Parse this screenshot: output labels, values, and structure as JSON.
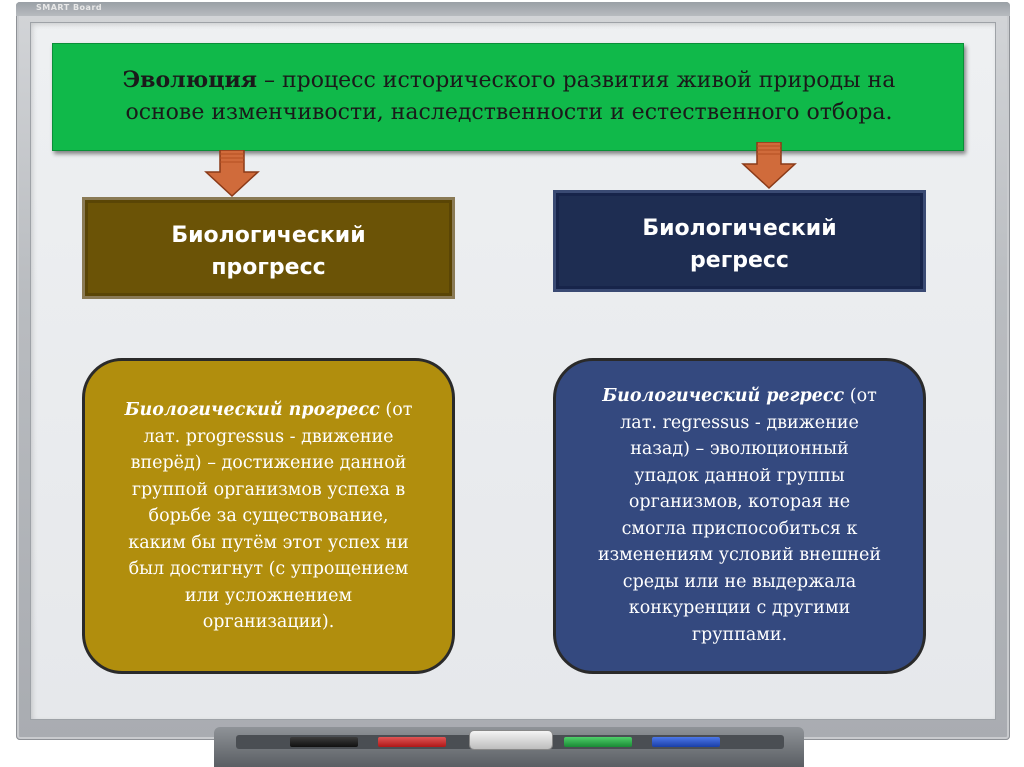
{
  "board": {
    "brand": "SMART Board"
  },
  "definition": {
    "term": "Эволюция",
    "line1_rest": " – процесс исторического развития живой природы на",
    "line2": "основе изменчивости, наследственности и естественного отбора."
  },
  "headings": {
    "progress": {
      "line1": "Биологический",
      "line2": "прогресс"
    },
    "regress": {
      "line1": "Биологический",
      "line2": "регресс"
    }
  },
  "progress_desc": {
    "lead": "Биологический прогресс",
    "lines": [
      " (от",
      "лат. progressus - движение",
      "вперёд) – достижение данной",
      "группой организмов успеха в",
      "борьбе за существование,",
      "каким бы путём этот успех ни",
      "был достигнут (с упрощением",
      "или усложнением",
      "организации)."
    ]
  },
  "regress_desc": {
    "lead": "Биологический регресс",
    "lines": [
      " (от",
      "лат. regressus - движение",
      "назад) – эволюционный",
      "упадок данной группы",
      "организмов, которая не",
      "смогла приспособиться к",
      "изменениям условий внешней",
      "среды или не выдержала",
      "конкуренции с другими",
      "группами."
    ]
  },
  "colors": {
    "definition_bg": "#10b94a",
    "progress_head_bg": "#6b5306",
    "regress_head_bg": "#1e2d52",
    "progress_desc_bg": "#b18e0d",
    "regress_desc_bg": "#34497f",
    "arrow": "#d06b3b"
  },
  "icons": {
    "arrow_left": "down-arrow-icon",
    "arrow_right": "down-arrow-icon"
  }
}
